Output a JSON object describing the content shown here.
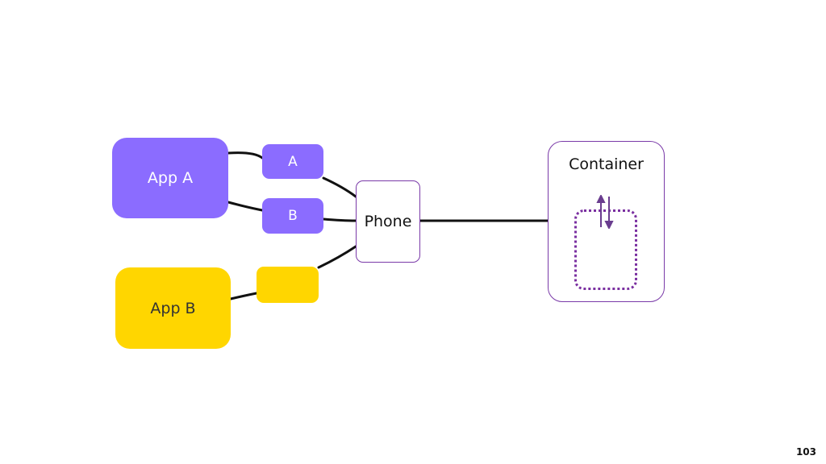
{
  "nodes": {
    "app_a": "App A",
    "app_b": "App B",
    "port_a": "A",
    "port_b": "B",
    "port_c": "",
    "phone": "Phone",
    "container": "Container"
  },
  "colors": {
    "app_a": "#8b6cff",
    "app_b": "#ffd600",
    "outline": "#7a3aa8",
    "dotted_slot": "#7a2fa0",
    "wire": "#111111"
  },
  "icons": {
    "swap": "swap-vertical-arrows-icon"
  },
  "page_number": "103"
}
